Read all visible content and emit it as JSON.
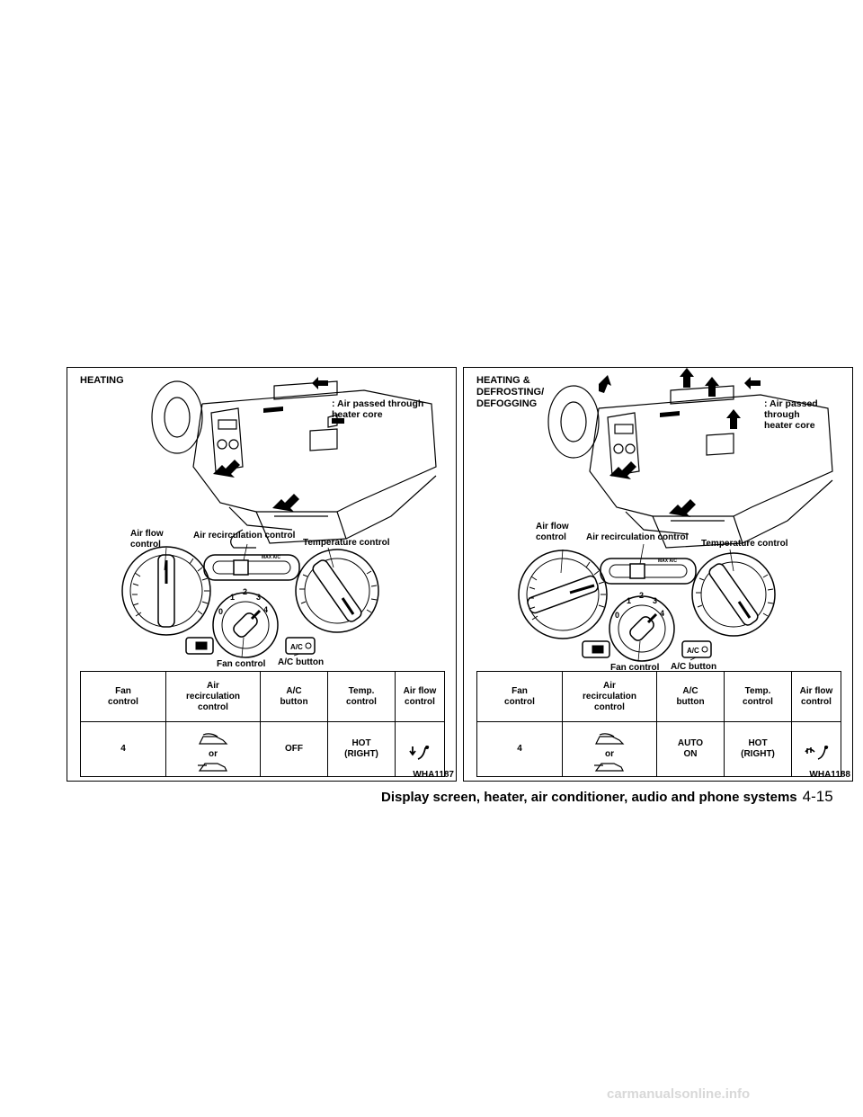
{
  "left_figure": {
    "heading": "HEATING",
    "legend": ": Air passed through\nheater core",
    "labels": {
      "air_flow_control": "Air flow\ncontrol",
      "air_recirculation_control": "Air recirculation control",
      "temperature_control": "Temperature control",
      "fan_control": "Fan control",
      "ac_button": "A/C button"
    },
    "table": {
      "headers": [
        "Fan\ncontrol",
        "Air\nrecirculation\ncontrol",
        "A/C\nbutton",
        "Temp.\ncontrol",
        "Air flow\ncontrol"
      ],
      "values": [
        "4",
        "or",
        "OFF",
        "HOT\n(RIGHT)",
        ""
      ]
    },
    "code": "WHA1187",
    "fan_dial_numbers": [
      "0",
      "1",
      "2",
      "3",
      "4"
    ],
    "ac_label": "A/C",
    "max_ac_label": "MAX\nA/C"
  },
  "right_figure": {
    "heading": "HEATING &\nDEFROSTING/\nDEFOGGING",
    "legend": ": Air passed\nthrough\nheater core",
    "labels": {
      "air_flow_control": "Air flow\ncontrol",
      "air_recirculation_control": "Air recirculation control",
      "temperature_control": "Temperature control",
      "fan_control": "Fan control",
      "ac_button": "A/C button"
    },
    "table": {
      "headers": [
        "Fan\ncontrol",
        "Air\nrecirculation\ncontrol",
        "A/C\nbutton",
        "Temp.\ncontrol",
        "Air flow\ncontrol"
      ],
      "values": [
        "4",
        "or",
        "AUTO\nON",
        "HOT\n(RIGHT)",
        ""
      ]
    },
    "code": "WHA1188",
    "fan_dial_numbers": [
      "0",
      "1",
      "2",
      "3",
      "4"
    ],
    "ac_label": "A/C",
    "max_ac_label": "MAX\nA/C"
  },
  "footer": {
    "section": "Display screen, heater, air conditioner, audio and phone systems",
    "page": "4-15"
  },
  "watermark": "carmanualsonline.info",
  "icons": [
    "arrow-icon",
    "recirculation-icon",
    "fresh-air-icon",
    "floor-vent-icon",
    "defrost-floor-icon",
    "rear-defrost-icon"
  ]
}
